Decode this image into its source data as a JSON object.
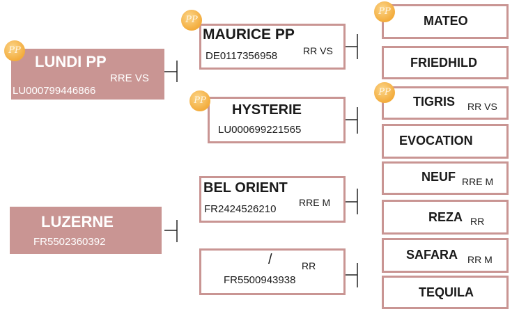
{
  "colors": {
    "box": "#c99593",
    "badge": "#f3ac3c",
    "line": "#222222"
  },
  "badge_icon": "pp-badge-icon",
  "badge_text": "PP",
  "subject_1": {
    "name": "LUNDI PP",
    "suffix": "RRE VS",
    "id": "LU000799446866"
  },
  "subject_2": {
    "name": "LUZERNE",
    "id": "FR5502360392"
  },
  "sire_1": {
    "name": "MAURICE PP",
    "suffix": "RR VS",
    "id": "DE0117356958"
  },
  "dam_1": {
    "name": "HYSTERIE",
    "id": "LU000699221565"
  },
  "sire_2": {
    "name": "BEL ORIENT",
    "suffix": "RRE M",
    "id": "FR2424526210"
  },
  "dam_2": {
    "name": "/",
    "suffix": "RR",
    "id": "FR5500943938"
  },
  "grand": [
    {
      "name": "MATEO",
      "suffix": ""
    },
    {
      "name": "FRIEDHILD",
      "suffix": ""
    },
    {
      "name": "TIGRIS",
      "suffix": "RR VS"
    },
    {
      "name": "EVOCATION",
      "suffix": ""
    },
    {
      "name": "NEUF",
      "suffix": "RRE M"
    },
    {
      "name": "REZA",
      "suffix": "RR"
    },
    {
      "name": "SAFARA",
      "suffix": "RR M"
    },
    {
      "name": "TEQUILA",
      "suffix": ""
    }
  ]
}
